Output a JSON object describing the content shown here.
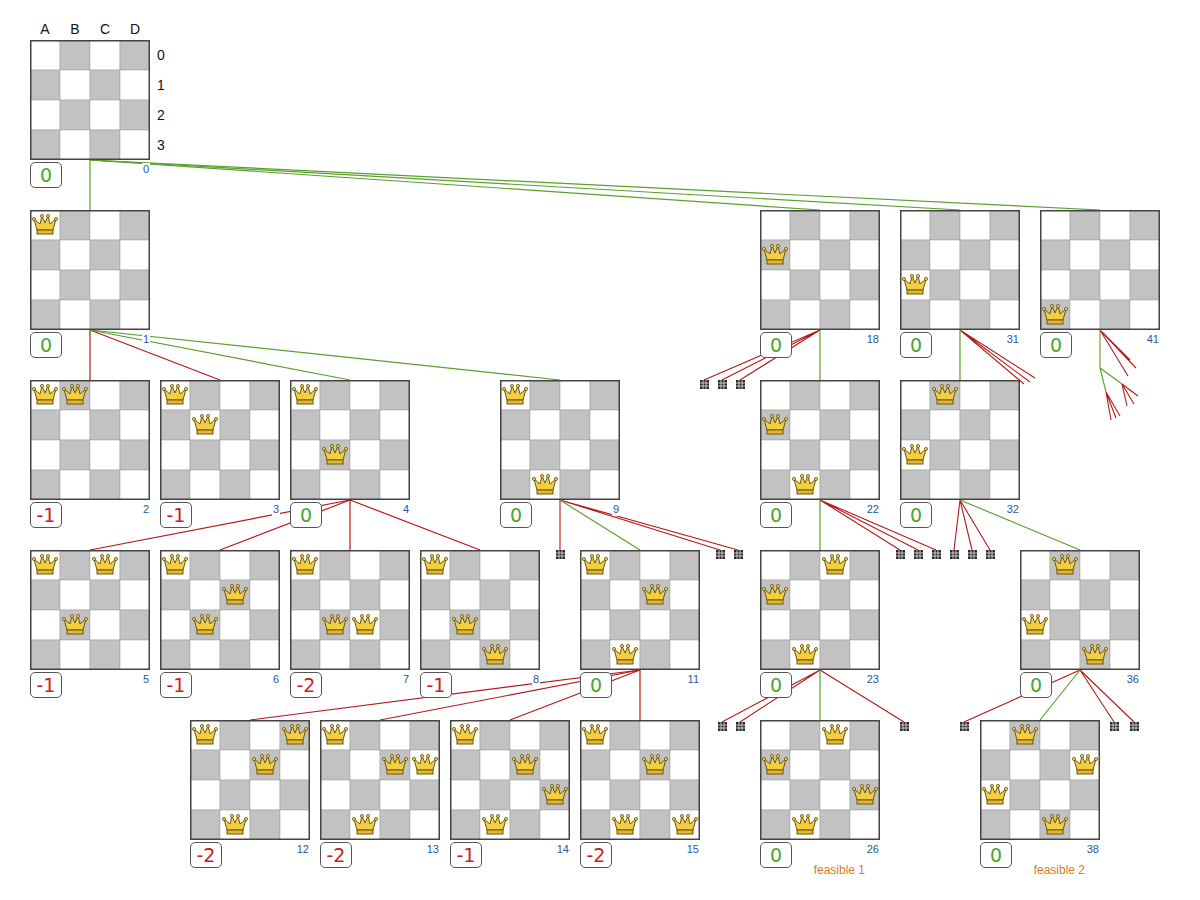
{
  "diagram": {
    "nodes": [
      {
        "text": [
          "0",
          "0"
        ]
      },
      {
        "text": [
          "0",
          "1"
        ]
      },
      {
        "text": [
          "0",
          "18"
        ]
      },
      {
        "text": [
          "0",
          "31"
        ]
      },
      {
        "text": [
          "0",
          "41"
        ]
      },
      {
        "text": [
          "-1",
          "2"
        ]
      },
      {
        "text": [
          "-1",
          "3"
        ]
      },
      {
        "text": [
          "0",
          "4"
        ]
      },
      {
        "text": [
          "0",
          "9"
        ]
      },
      {
        "text": [
          "0",
          "22"
        ]
      },
      {
        "text": [
          "0",
          "32"
        ]
      },
      {
        "text": [
          "-1",
          "5"
        ]
      },
      {
        "text": [
          "-1",
          "6"
        ]
      },
      {
        "text": [
          "-2",
          "7"
        ]
      },
      {
        "text": [
          "-1",
          "8"
        ]
      },
      {
        "text": [
          "0",
          "11"
        ]
      },
      {
        "text": [
          "0",
          "23"
        ]
      },
      {
        "text": [
          "0",
          "36"
        ]
      },
      {
        "text": [
          "-2",
          "12"
        ]
      },
      {
        "text": [
          "-2",
          "13"
        ]
      },
      {
        "text": [
          "-1",
          "14"
        ]
      },
      {
        "text": [
          "-2",
          "15"
        ]
      },
      {
        "text": [
          "0",
          "26",
          "feasible 1"
        ]
      },
      {
        "text": [
          "0",
          "38",
          "feasible 2"
        ]
      }
    ],
    "edges": [
      {
        "from": 0,
        "to": 1,
        "arrow": "none"
      },
      {
        "from": 0,
        "to": 2,
        "arrow": "none"
      },
      {
        "from": 0,
        "to": 3,
        "arrow": "none"
      },
      {
        "from": 0,
        "to": 4,
        "arrow": "none"
      },
      {
        "from": 1,
        "to": 5,
        "arrow": "none"
      },
      {
        "from": 1,
        "to": 6,
        "arrow": "none"
      },
      {
        "from": 1,
        "to": 7,
        "arrow": "none"
      },
      {
        "from": 1,
        "to": 8,
        "arrow": "none"
      },
      {
        "from": 2,
        "to": 9,
        "arrow": "none"
      },
      {
        "from": 3,
        "to": 10,
        "arrow": "none"
      },
      {
        "from": 7,
        "to": 11,
        "arrow": "none"
      },
      {
        "from": 7,
        "to": 12,
        "arrow": "none"
      },
      {
        "from": 7,
        "to": 13,
        "arrow": "none"
      },
      {
        "from": 7,
        "to": 14,
        "arrow": "none"
      },
      {
        "from": 8,
        "to": 15,
        "arrow": "none"
      },
      {
        "from": 9,
        "to": 16,
        "arrow": "none"
      },
      {
        "from": 10,
        "to": 17,
        "arrow": "none"
      },
      {
        "from": 15,
        "to": 18,
        "arrow": "none"
      },
      {
        "from": 15,
        "to": 19,
        "arrow": "none"
      },
      {
        "from": 15,
        "to": 20,
        "arrow": "none"
      },
      {
        "from": 15,
        "to": 21,
        "arrow": "none"
      },
      {
        "from": 16,
        "to": 22,
        "arrow": "none"
      },
      {
        "from": 17,
        "to": 23,
        "arrow": "none"
      }
    ],
    "labels": [
      "A",
      "B",
      "C",
      "D",
      "0",
      "1",
      "2",
      "3"
    ]
  }
}
